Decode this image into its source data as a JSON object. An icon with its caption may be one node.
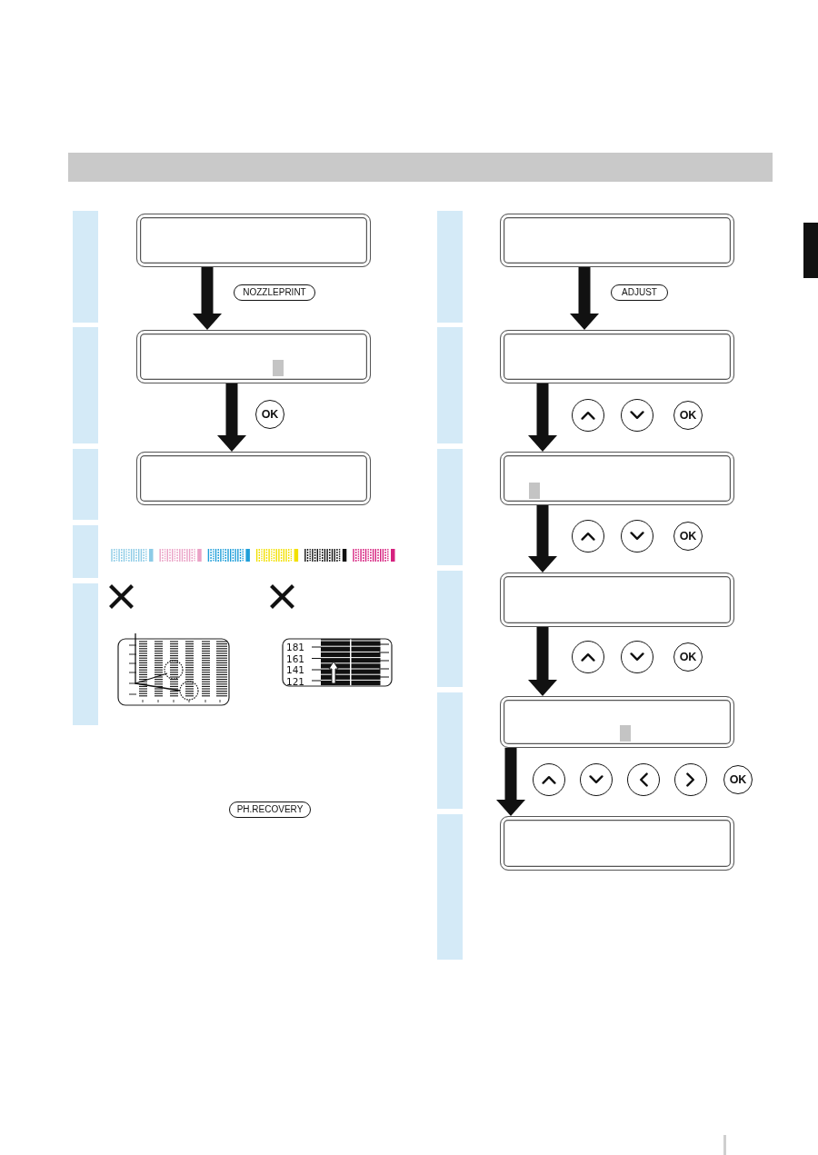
{
  "diagram": {
    "nodes": [
      {
        "text": [],
        "shape": "bar"
      },
      {
        "text": [],
        "shape": "box"
      },
      {
        "text": [
          "NOZZLEPRINT"
        ]
      },
      {
        "text": [],
        "shape": "bar"
      },
      {
        "text": [],
        "shape": "box"
      },
      {
        "text": [
          "OK"
        ]
      },
      {
        "text": [],
        "shape": "bar"
      },
      {
        "text": [],
        "shape": "box"
      },
      {
        "text": [],
        "shape": "bar"
      },
      {
        "text": [],
        "shape": "bar"
      },
      {
        "text": [
          "PH.RECOVERY"
        ]
      },
      {
        "text": [],
        "shape": "bar"
      },
      {
        "text": [],
        "shape": "box"
      },
      {
        "text": [
          "ADJUST"
        ]
      },
      {
        "text": [],
        "shape": "bar"
      },
      {
        "text": [],
        "shape": "box"
      },
      {
        "text": [],
        "shape": "circle"
      },
      {
        "text": [],
        "shape": "circle"
      },
      {
        "text": [
          "OK"
        ]
      },
      {
        "text": [],
        "shape": "bar"
      },
      {
        "text": [],
        "shape": "box"
      },
      {
        "text": [],
        "shape": "circle"
      },
      {
        "text": [],
        "shape": "circle"
      },
      {
        "text": [
          "OK"
        ]
      },
      {
        "text": [],
        "shape": "bar"
      },
      {
        "text": [],
        "shape": "box"
      },
      {
        "text": [],
        "shape": "circle"
      },
      {
        "text": [],
        "shape": "circle"
      },
      {
        "text": [
          "OK"
        ]
      },
      {
        "text": [],
        "shape": "bar"
      },
      {
        "text": [],
        "shape": "box"
      },
      {
        "text": [],
        "shape": "circle"
      },
      {
        "text": [],
        "shape": "circle"
      },
      {
        "text": [],
        "shape": "circle"
      },
      {
        "text": [],
        "shape": "circle"
      },
      {
        "text": [
          "OK"
        ]
      },
      {
        "text": [],
        "shape": "bar"
      },
      {
        "text": [],
        "shape": "box"
      }
    ],
    "edges": [
      {
        "from": 1,
        "to": 4,
        "arrow": "to"
      },
      {
        "from": 4,
        "to": 7,
        "arrow": "to"
      },
      {
        "from": 12,
        "to": 15,
        "arrow": "to"
      },
      {
        "from": 15,
        "to": 20,
        "arrow": "to"
      },
      {
        "from": 20,
        "to": 25,
        "arrow": "to"
      },
      {
        "from": 25,
        "to": 30,
        "arrow": "to"
      },
      {
        "from": 30,
        "to": 37,
        "arrow": "to"
      }
    ],
    "labels": [
      "181",
      "161",
      "141",
      "121"
    ]
  }
}
